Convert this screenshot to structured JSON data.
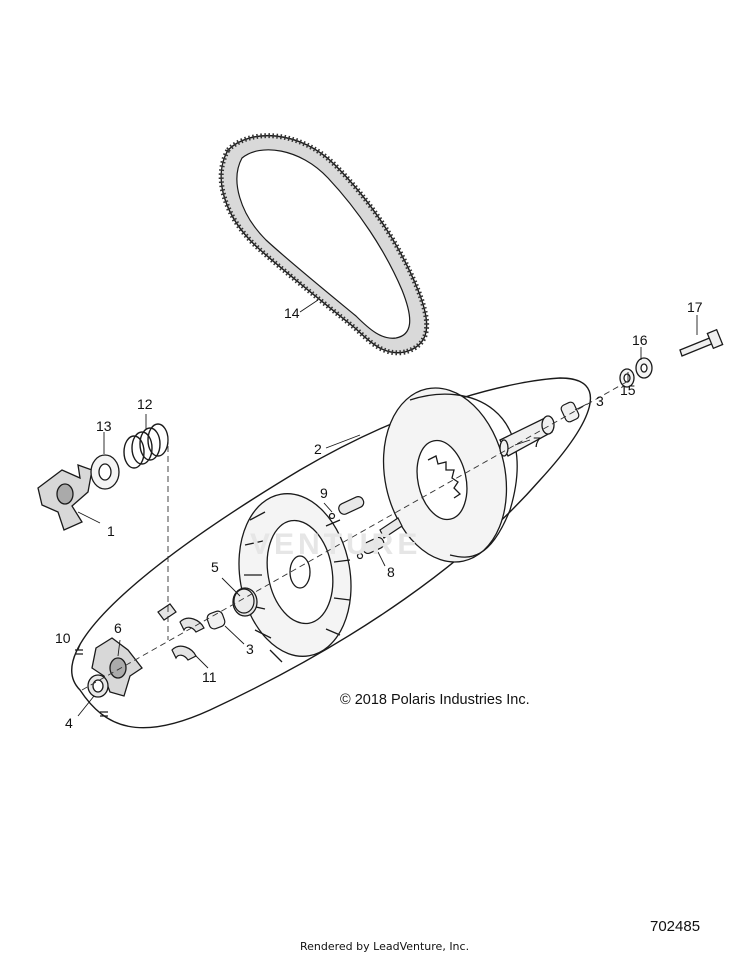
{
  "callouts": [
    {
      "id": "1",
      "label": "1"
    },
    {
      "id": "2",
      "label": "2"
    },
    {
      "id": "3a",
      "label": "3"
    },
    {
      "id": "3b",
      "label": "3"
    },
    {
      "id": "4",
      "label": "4"
    },
    {
      "id": "5",
      "label": "5"
    },
    {
      "id": "6",
      "label": "6"
    },
    {
      "id": "7",
      "label": "7"
    },
    {
      "id": "8",
      "label": "8"
    },
    {
      "id": "9",
      "label": "9"
    },
    {
      "id": "10",
      "label": "10"
    },
    {
      "id": "11",
      "label": "11"
    },
    {
      "id": "12",
      "label": "12"
    },
    {
      "id": "13",
      "label": "13"
    },
    {
      "id": "14",
      "label": "14"
    },
    {
      "id": "15",
      "label": "15"
    },
    {
      "id": "16",
      "label": "16"
    },
    {
      "id": "17",
      "label": "17"
    }
  ],
  "copyright": "© 2018 Polaris Industries Inc.",
  "diagram_number": "702485",
  "rendered_by": "Rendered by LeadVenture, Inc.",
  "watermark": "VENTURE",
  "colors": {
    "line": "#1a1a1a",
    "part_fill": "#f2f2f2",
    "shade": "#bdbdbd",
    "watermark": "#e6e6e6"
  }
}
